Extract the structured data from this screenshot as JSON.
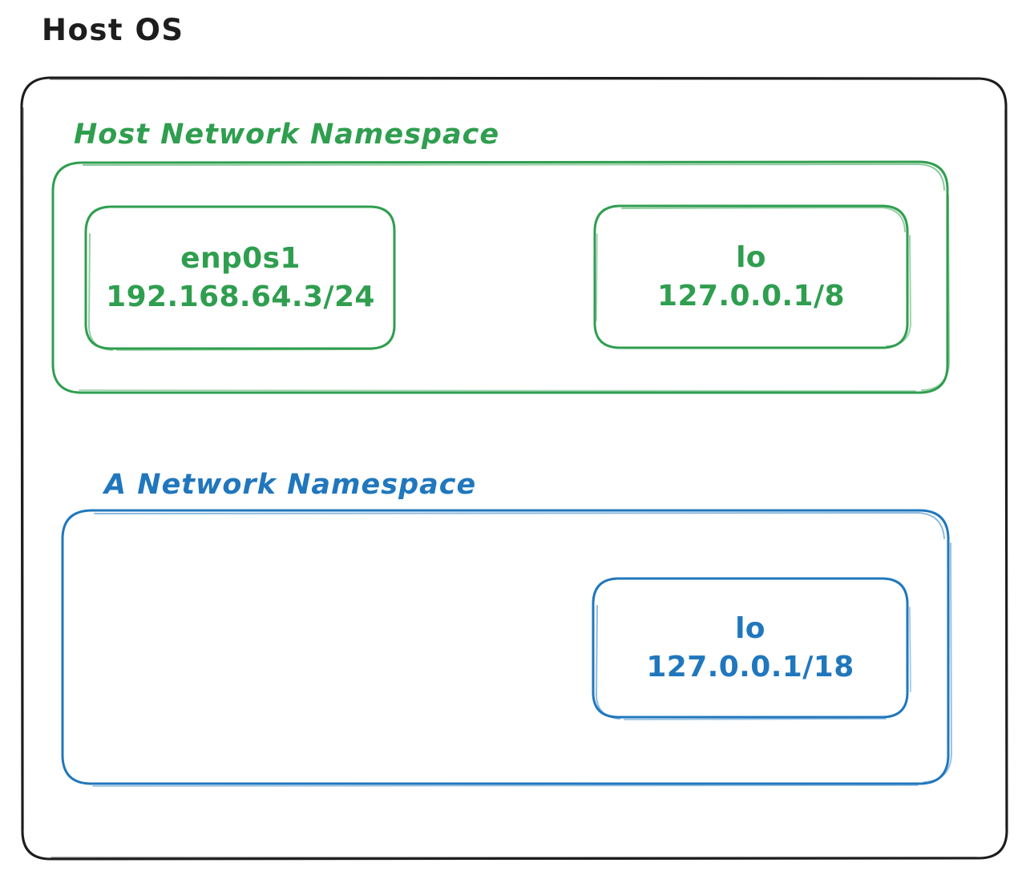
{
  "diagram": {
    "title": "Host OS",
    "type": "network-namespace-diagram",
    "background": "#ffffff",
    "colors": {
      "outline": "#1d1d1d",
      "host_namespace": "#2f9e4f",
      "network_namespace": "#2077bd"
    }
  },
  "host_namespace": {
    "title": "Host Network Namespace",
    "color": "#2f9e4f",
    "interfaces": [
      {
        "name": "enp0s1",
        "address": "192.168.64.3/24"
      },
      {
        "name": "lo",
        "address": "127.0.0.1/8"
      }
    ]
  },
  "a_namespace": {
    "title": "A Network Namespace",
    "color": "#2077bd",
    "interfaces": [
      {
        "name": "lo",
        "address": "127.0.0.1/18"
      }
    ]
  }
}
